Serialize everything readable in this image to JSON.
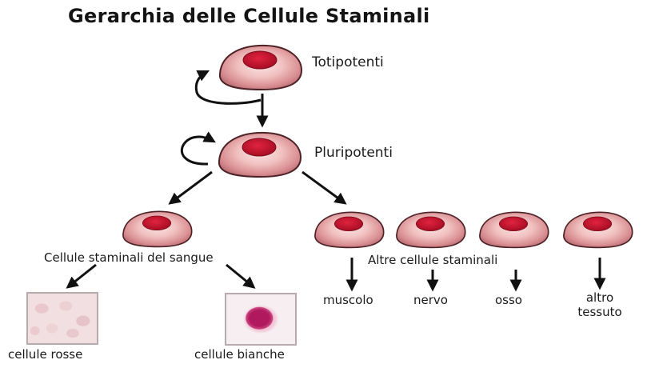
{
  "title": "Gerarchia delle Cellule Staminali",
  "colors": {
    "cell_body": "#e8a7a7",
    "cell_outline": "#5a2a2a",
    "nucleus": "#c8102e",
    "arrow": "#111111"
  },
  "levels": {
    "totipotent": {
      "label": "Totipotenti"
    },
    "pluripotent": {
      "label": "Pluripotenti"
    }
  },
  "blood": {
    "label": "Cellule staminali del sangue",
    "outputs": [
      {
        "label": "cellule rosse",
        "image": "red-blood-cells-micrograph"
      },
      {
        "label": "cellule bianche",
        "image": "white-blood-cell-micrograph"
      }
    ]
  },
  "other": {
    "label": "Altre cellule staminali",
    "outputs": [
      {
        "label": "muscolo"
      },
      {
        "label": "nervo"
      },
      {
        "label": "osso"
      },
      {
        "label_line1": "altro",
        "label_line2": "tessuto"
      }
    ]
  }
}
